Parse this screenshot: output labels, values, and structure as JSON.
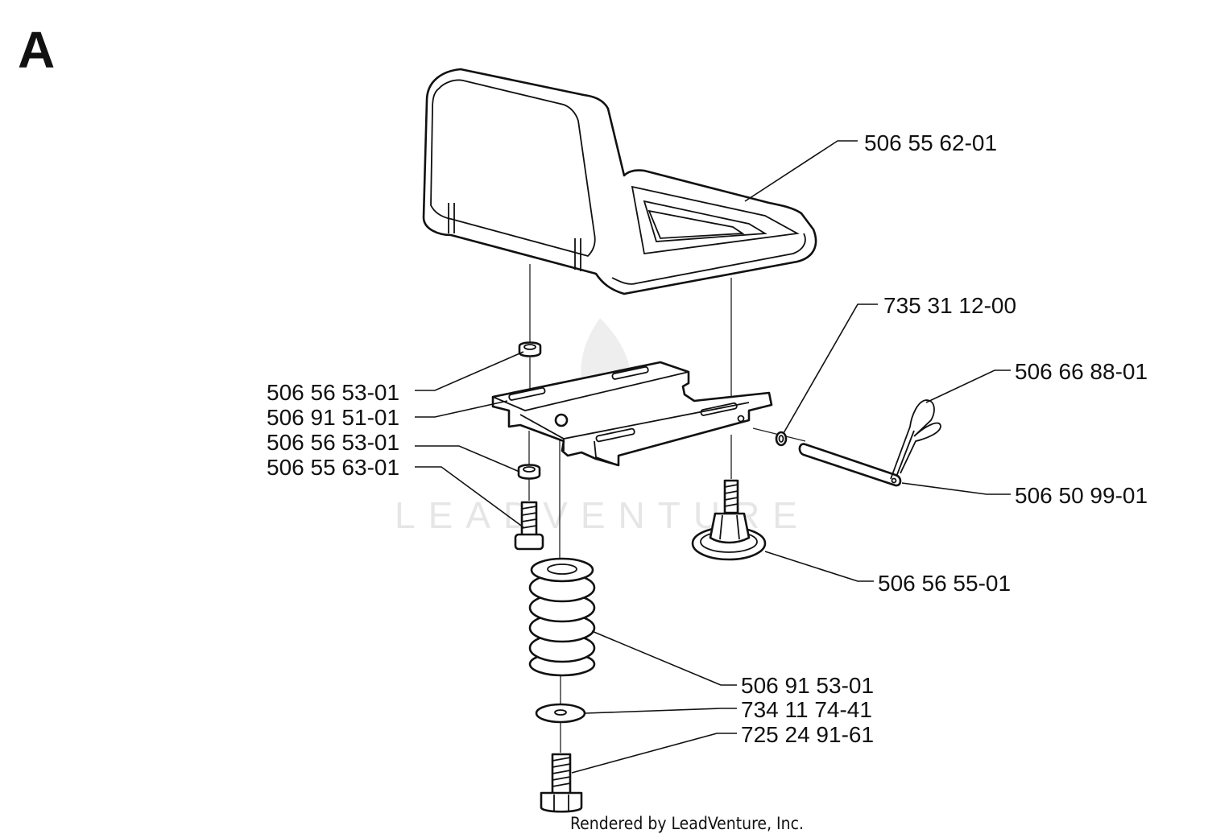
{
  "figure": {
    "section_letter": "A",
    "watermark": "LEADVENTURE",
    "credit": "Rendered by LeadVenture, Inc."
  },
  "callouts": [
    {
      "id": "seat",
      "label": "506 55 62-01"
    },
    {
      "id": "clip",
      "label": "735 31 12-00"
    },
    {
      "id": "hairpin",
      "label": "506 66 88-01"
    },
    {
      "id": "nut-top",
      "label": "506 56 53-01"
    },
    {
      "id": "bracket",
      "label": "506 91 51-01"
    },
    {
      "id": "nut-bottom",
      "label": "506 56 53-01"
    },
    {
      "id": "bolt-small",
      "label": "506 55 63-01"
    },
    {
      "id": "pin",
      "label": "506 50 99-01"
    },
    {
      "id": "knob",
      "label": "506 56 55-01"
    },
    {
      "id": "spring",
      "label": "506 91 53-01"
    },
    {
      "id": "washer",
      "label": "734 11 74-41"
    },
    {
      "id": "bolt-large",
      "label": "725 24 91-61"
    }
  ]
}
